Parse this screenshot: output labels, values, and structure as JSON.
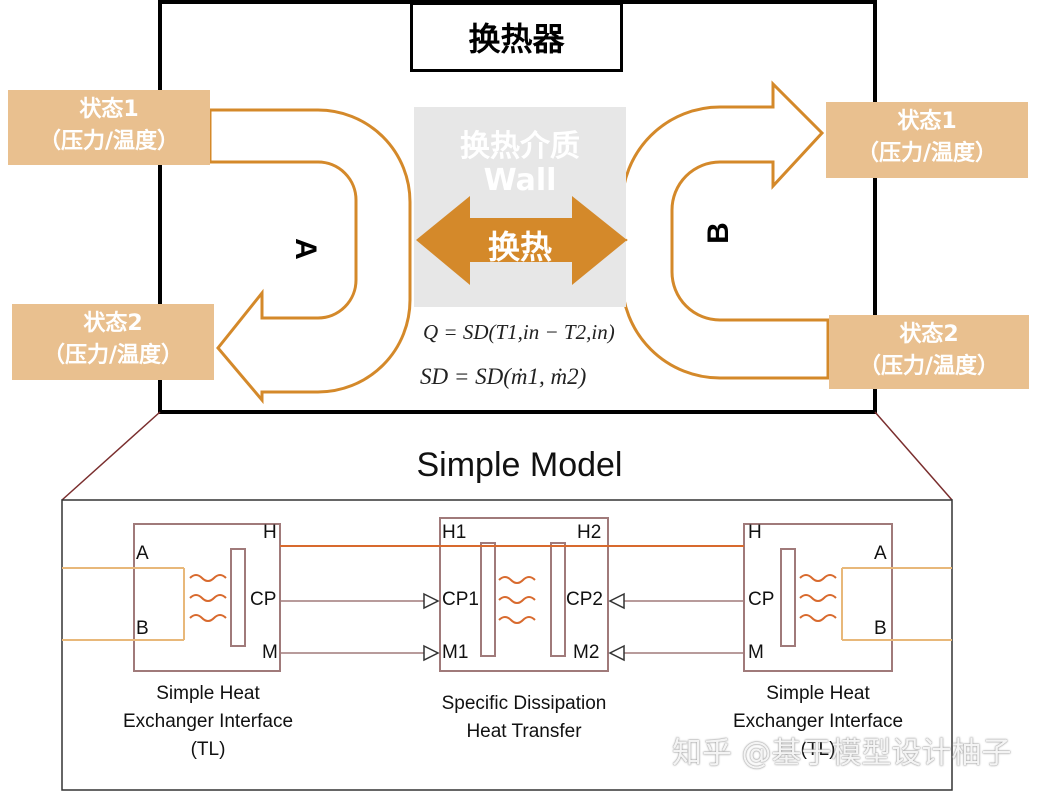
{
  "title": "换热器",
  "medium": {
    "line1": "换热介质",
    "line2": "Wall"
  },
  "exchange_label": "换热",
  "side_a_label": "A",
  "side_b_label": "B",
  "state_labels": {
    "a_in": {
      "line1": "状态1",
      "line2": "（压力/温度）"
    },
    "a_out": {
      "line1": "状态2",
      "line2": "（压力/温度）"
    },
    "b_out": {
      "line1": "状态1",
      "line2": "（压力/温度）"
    },
    "b_in": {
      "line1": "状态2",
      "line2": "（压力/温度）"
    }
  },
  "equations": {
    "heat": "Q = SD(T1,in − T2,in)",
    "sd": "SD = SD(ṁ1, ṁ2)"
  },
  "model_title": "Simple Model",
  "blocks": {
    "left": {
      "caption1": "Simple Heat",
      "caption2": "Exchanger Interface",
      "caption3": "(TL)",
      "ports": {
        "h": "H",
        "a": "A",
        "b": "B",
        "cp": "CP",
        "m": "M"
      }
    },
    "middle": {
      "caption1": "Specific Dissipation",
      "caption2": "Heat Transfer",
      "ports": {
        "h1": "H1",
        "h2": "H2",
        "cp1": "CP1",
        "cp2": "CP2",
        "m1": "M1",
        "m2": "M2"
      }
    },
    "right": {
      "caption1": "Simple Heat",
      "caption2": "Exchanger Interface",
      "caption3": "(TL)",
      "ports": {
        "h": "H",
        "a": "A",
        "b": "B",
        "cp": "CP",
        "m": "M"
      }
    }
  },
  "watermark": "知乎 @基于模型设计柚子",
  "colors": {
    "orange": "#d4892a",
    "label_bg": "#e9c08f",
    "block_border": "#a07a7a",
    "h_line": "#d86a2e",
    "pipe_line": "#e8b87a"
  }
}
